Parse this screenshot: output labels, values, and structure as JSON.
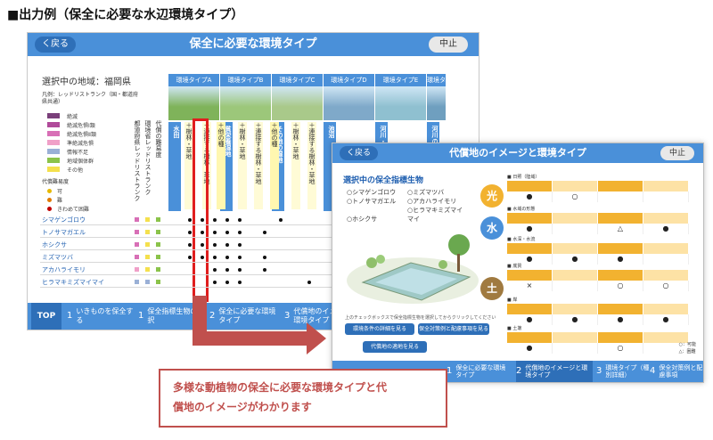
{
  "heading": "■出力例（保全に必要な水辺環境タイプ）",
  "screen1": {
    "back": "く戻る",
    "title": "保全に必要な環境タイプ",
    "stop": "中止",
    "region": "選択中の地域：福岡県",
    "legend_title": "凡例：レッドリストランク（国・都道府県共通）",
    "legend_items": [
      "絶滅",
      "絶滅危惧Ⅰ類",
      "絶滅危惧Ⅱ類",
      "準絶滅危惧",
      "情報不足",
      "地域個体群",
      "その他"
    ],
    "legend_colors": [
      "#7a3f7a",
      "#b04a9a",
      "#d86fb6",
      "#f0a0c8",
      "#9ab0d6",
      "#8bc34a",
      "#f4e04d"
    ],
    "legend2_title": "代償難易度",
    "legend2_items": [
      "可",
      "難",
      "きわめて困難"
    ],
    "legend2_colors": [
      "#e6b800",
      "#e07a00",
      "#c00000"
    ],
    "col_heads": [
      "都道府県レッドリストランク",
      "環境省レッドリストランク",
      "代償の難易度"
    ],
    "types": [
      "環境タイプA",
      "環境タイプB",
      "環境タイプC",
      "環境タイプD",
      "環境タイプE",
      "環境タイプF"
    ],
    "habitats": [
      "水田",
      "貧栄養湿地",
      "その他の湿地",
      "池沼",
      "河川・水路",
      "河川の"
    ],
    "subcols": [
      "＋樹林・草地",
      "＋連接する樹林・草地",
      "＋他の種",
      "＋樹林・草地",
      "＋連接する樹林・草地",
      "＋他の種",
      "＋樹林・草地",
      "＋連接する樹林・草地"
    ],
    "species": [
      "シマゲンゴロウ",
      "トノサマガエル",
      "ホシクサ",
      "ミズマツバ",
      "アカハライモリ",
      "ヒラマキミズマイマイ"
    ],
    "nav": {
      "top": "TOP",
      "n1": "1",
      "s1": "いきものを保全する",
      "n2": "1",
      "s2": "保全指標生物の選択",
      "n3": "2",
      "s3": "保全に必要な環境タイプ",
      "n4": "3",
      "s4": "代償地のイメージと環境タイプ"
    }
  },
  "screen2": {
    "back": "く戻る",
    "title": "代償地のイメージと環境タイプ",
    "stop": "中止",
    "section": "選択中の保全指標生物",
    "species": [
      "○シマゲンゴロウ",
      "○ミズマツバ",
      "○トノサマガエル",
      "○アカハライモリ",
      "○ホシクサ",
      "○ヒラマキミズマイマイ"
    ],
    "note": "上のチェックボックスで保全指標生物を選択してからクリックしてください",
    "btn1": "環境条件の詳細を見る",
    "btn2": "保全対策例と配慮事項を見る",
    "btn3": "代償地の適地を見る",
    "circles": [
      "光",
      "水",
      "土"
    ],
    "circle_colors": [
      "#f2b230",
      "#4a90d9",
      "#a07a40"
    ],
    "cond_titles": [
      "■ 日照（陸域）",
      "■ 水域の形態",
      "■ 水深・水流",
      "■ 底質",
      "■ 岸",
      "■ 土壌"
    ],
    "legend": [
      "○：可能",
      "△：困難"
    ],
    "nav": {
      "n5": "1",
      "s5": "保全に必要な環境タイプ",
      "n6": "2",
      "s6": "代償地のイメージと環境タイプ",
      "n7": "3",
      "s7": "環境タイプ（種別詳細）",
      "n8": "4",
      "s8": "保全対策例と配慮事項"
    }
  },
  "callout": [
    "多様な動植物の保全に必要な環境タイプと代",
    "償地のイメージがわかります"
  ]
}
